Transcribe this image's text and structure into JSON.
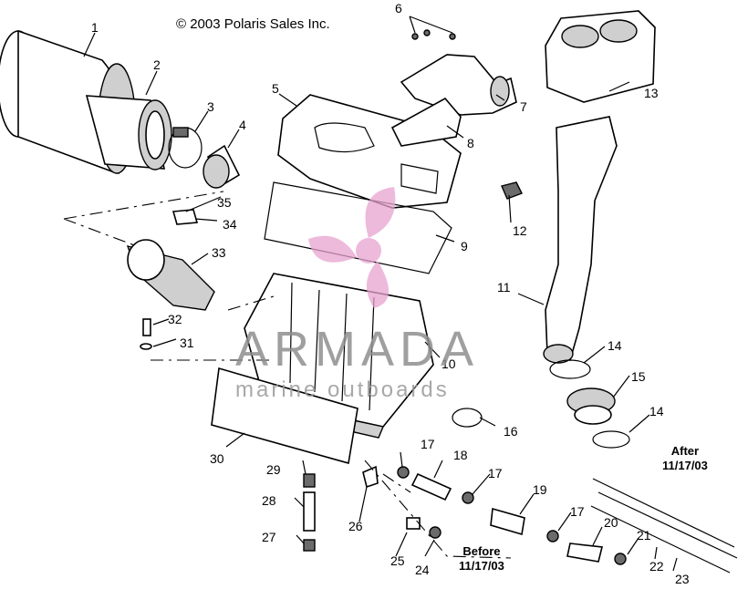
{
  "copyright": "© 2003 Polaris Sales Inc.",
  "watermark": {
    "brand": "ARMADA",
    "tagline": "marine outboards",
    "accent": "#e7a3cf"
  },
  "notes": {
    "after": [
      "After",
      "11/17/03"
    ],
    "before": [
      "Before",
      "11/17/03"
    ]
  },
  "callouts": [
    "1",
    "2",
    "3",
    "4",
    "5",
    "6",
    "7",
    "8",
    "9",
    "10",
    "11",
    "12",
    "13",
    "14",
    "14",
    "15",
    "16",
    "17",
    "17",
    "17",
    "18",
    "19",
    "20",
    "21",
    "22",
    "23",
    "24",
    "25",
    "26",
    "27",
    "28",
    "29",
    "30",
    "31",
    "32",
    "33",
    "34",
    "35"
  ]
}
